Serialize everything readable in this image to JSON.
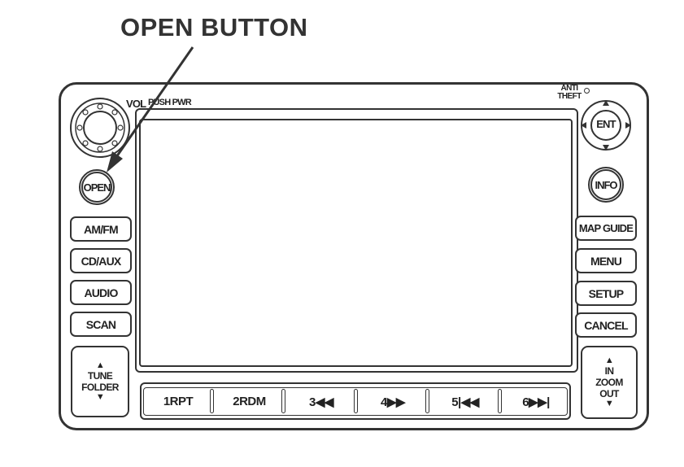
{
  "callout": {
    "label": "OPEN BUTTON"
  },
  "top_labels": {
    "vol": "VOL",
    "push_pwr": "PUSH PWR",
    "anti_theft": "ANTI THEFT"
  },
  "left_buttons": {
    "open": "OPEN",
    "am_fm": "AM/FM",
    "cd_aux": "CD/AUX",
    "audio": "AUDIO",
    "scan": "SCAN",
    "tune_folder": "TUNE FOLDER"
  },
  "right_buttons": {
    "ent": "ENT",
    "info": "INFO",
    "map_guide": "MAP GUIDE",
    "menu": "MENU",
    "setup": "SETUP",
    "cancel": "CANCEL",
    "zoom": "IN ZOOM OUT"
  },
  "presets": [
    "1RPT",
    "2RDM",
    "3◀◀",
    "4▶▶",
    "5|◀◀",
    "6▶▶|"
  ],
  "colors": {
    "line": "#333333",
    "background": "#ffffff"
  }
}
